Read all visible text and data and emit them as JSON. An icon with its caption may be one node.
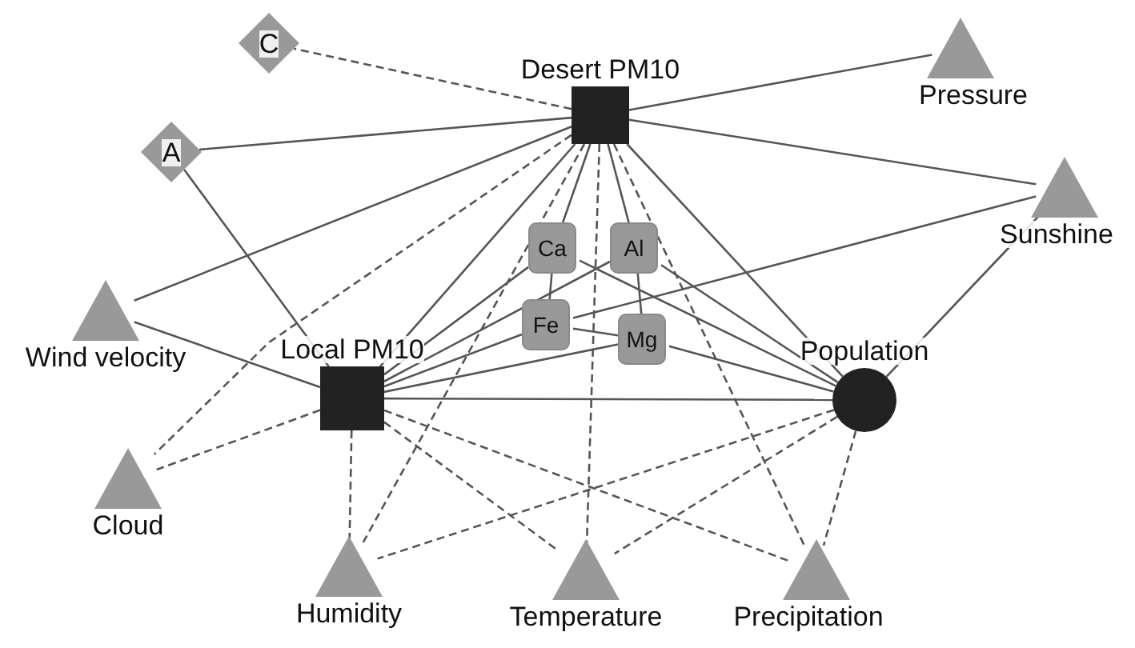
{
  "diagram": {
    "nodes": [
      {
        "text": [
          "C"
        ]
      },
      {
        "text": [
          "Desert PM10"
        ]
      },
      {
        "text": [
          "Pressure"
        ]
      },
      {
        "text": [
          "A"
        ]
      },
      {
        "text": [
          "Sunshine"
        ]
      },
      {
        "text": [
          "Ca"
        ]
      },
      {
        "text": [
          "Al"
        ]
      },
      {
        "text": [
          "Fe"
        ]
      },
      {
        "text": [
          "Mg"
        ]
      },
      {
        "text": [
          "Wind velocity"
        ]
      },
      {
        "text": [
          "Local PM10"
        ]
      },
      {
        "text": [
          "Population"
        ]
      },
      {
        "text": [
          "Cloud"
        ]
      },
      {
        "text": [
          "Humidity"
        ]
      },
      {
        "text": [
          "Temperature"
        ]
      },
      {
        "text": [
          "Precipitation"
        ]
      }
    ],
    "edges": [
      {
        "from": 1,
        "to": 0,
        "arrow": "none",
        "style": "dashed"
      },
      {
        "from": 1,
        "to": 3,
        "arrow": "none"
      },
      {
        "from": 1,
        "to": 2,
        "arrow": "none"
      },
      {
        "from": 1,
        "to": 4,
        "arrow": "none"
      },
      {
        "from": 1,
        "to": 9,
        "arrow": "none"
      },
      {
        "from": 1,
        "to": 5,
        "arrow": "none"
      },
      {
        "from": 1,
        "to": 6,
        "arrow": "none"
      },
      {
        "from": 5,
        "to": 7,
        "arrow": "none"
      },
      {
        "from": 6,
        "to": 8,
        "arrow": "none"
      },
      {
        "from": 1,
        "to": 10,
        "arrow": "none"
      },
      {
        "from": 1,
        "to": 11,
        "arrow": "none"
      },
      {
        "from": 1,
        "to": 12,
        "arrow": "none",
        "style": "dashed"
      },
      {
        "from": 1,
        "to": 13,
        "arrow": "none",
        "style": "dashed"
      },
      {
        "from": 1,
        "to": 14,
        "arrow": "none",
        "style": "dashed"
      },
      {
        "from": 1,
        "to": 15,
        "arrow": "none",
        "style": "dashed"
      },
      {
        "from": 10,
        "to": 3,
        "arrow": "none"
      },
      {
        "from": 10,
        "to": 9,
        "arrow": "none"
      },
      {
        "from": 10,
        "to": 5,
        "arrow": "none"
      },
      {
        "from": 10,
        "to": 6,
        "arrow": "none"
      },
      {
        "from": 10,
        "to": 7,
        "arrow": "none"
      },
      {
        "from": 10,
        "to": 8,
        "arrow": "none"
      },
      {
        "from": 7,
        "to": 4,
        "arrow": "none"
      },
      {
        "from": 10,
        "to": 11,
        "arrow": "none"
      },
      {
        "from": 10,
        "to": 12,
        "arrow": "none",
        "style": "dashed"
      },
      {
        "from": 10,
        "to": 13,
        "arrow": "none",
        "style": "dashed"
      },
      {
        "from": 10,
        "to": 14,
        "arrow": "none",
        "style": "dashed"
      },
      {
        "from": 10,
        "to": 15,
        "arrow": "none",
        "style": "dashed"
      },
      {
        "from": 11,
        "to": 5,
        "arrow": "none"
      },
      {
        "from": 11,
        "to": 6,
        "arrow": "none"
      },
      {
        "from": 7,
        "to": 8,
        "arrow": "none"
      },
      {
        "from": 11,
        "to": 8,
        "arrow": "none"
      },
      {
        "from": 11,
        "to": 4,
        "arrow": "none"
      },
      {
        "from": 11,
        "to": 13,
        "arrow": "none",
        "style": "dashed"
      },
      {
        "from": 11,
        "to": 14,
        "arrow": "none",
        "style": "dashed"
      },
      {
        "from": 11,
        "to": 15,
        "arrow": "none",
        "style": "dashed"
      }
    ]
  }
}
